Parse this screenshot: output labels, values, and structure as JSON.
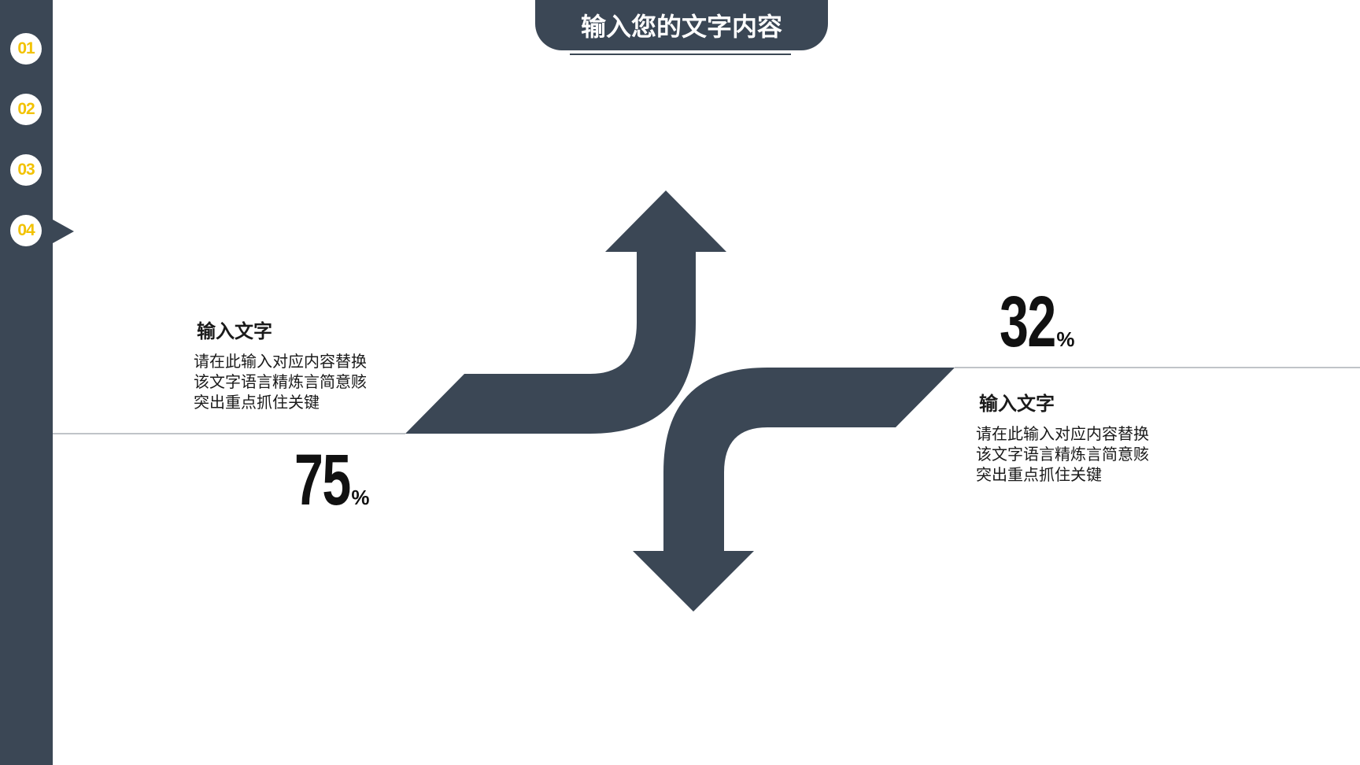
{
  "header": {
    "title": "输入您的文字内容"
  },
  "sidebar": {
    "items": [
      {
        "label": "01"
      },
      {
        "label": "02"
      },
      {
        "label": "03"
      },
      {
        "label": "04",
        "active": true
      }
    ]
  },
  "left_block": {
    "title": "输入文字",
    "lines": [
      "请在此输入对应内容替换",
      "该文字语言精炼言简意赅",
      "突出重点抓住关键"
    ],
    "percent_value": "75",
    "percent_sign": "%",
    "arrow_direction": "up"
  },
  "right_block": {
    "title": "输入文字",
    "lines": [
      "请在此输入对应内容替换",
      "该文字语言精炼言简意赅",
      "突出重点抓住关键"
    ],
    "percent_value": "32",
    "percent_sign": "%",
    "arrow_direction": "down"
  },
  "colors": {
    "primary": "#3b4755",
    "accent": "#f2c200",
    "text": "#1a1a1a",
    "background": "#ffffff"
  }
}
